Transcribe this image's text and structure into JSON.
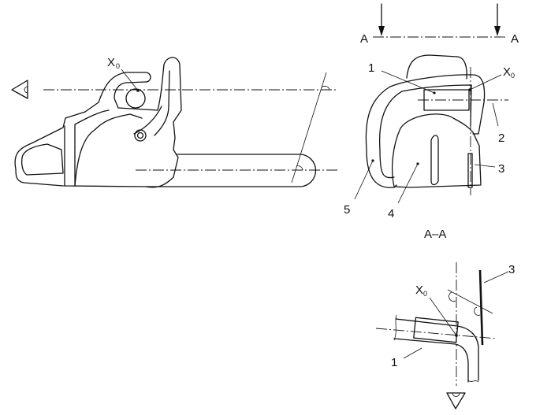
{
  "side_view": {
    "x0_label": "X",
    "x0_sub": "0"
  },
  "section_marks": {
    "left": "A",
    "right": "A"
  },
  "section_view": {
    "labels": {
      "part1": "1",
      "part2": "2",
      "part3": "3",
      "part4": "4",
      "part5": "5"
    },
    "x0_label": "X",
    "x0_sub": "0",
    "caption": "A–A"
  },
  "detail_view": {
    "labels": {
      "part1": "1",
      "part3": "3"
    },
    "x0_label": "X",
    "x0_sub": "0"
  }
}
